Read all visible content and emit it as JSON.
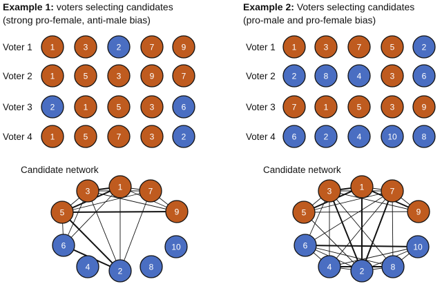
{
  "colors": {
    "female": "#bf5b1f",
    "male": "#4a6ec2",
    "stroke": "#111111",
    "text": "#111111"
  },
  "examples": [
    {
      "title_bold": "Example 1:",
      "title_rest": " voters selecting candidates",
      "subtitle": "(strong pro-female, anti-male bias)",
      "voters": [
        {
          "label": "Voter 1",
          "picks": [
            1,
            3,
            2,
            7,
            9
          ]
        },
        {
          "label": "Voter 2",
          "picks": [
            1,
            5,
            3,
            9,
            7
          ]
        },
        {
          "label": "Voter 3",
          "picks": [
            2,
            1,
            5,
            3,
            6
          ]
        },
        {
          "label": "Voter 4",
          "picks": [
            1,
            5,
            7,
            3,
            2
          ]
        }
      ],
      "network_label": "Candidate network",
      "edges": [
        [
          1,
          3
        ],
        [
          1,
          7
        ],
        [
          3,
          7
        ],
        [
          3,
          5
        ],
        [
          1,
          5
        ],
        [
          1,
          9
        ],
        [
          3,
          9
        ],
        [
          5,
          7
        ],
        [
          5,
          9
        ],
        [
          7,
          9
        ],
        [
          1,
          2
        ],
        [
          3,
          2
        ],
        [
          5,
          2
        ],
        [
          7,
          2
        ],
        [
          3,
          6
        ],
        [
          5,
          6
        ],
        [
          2,
          6
        ],
        [
          1,
          6
        ]
      ]
    },
    {
      "title_bold": "Example 2:",
      "title_rest": " Voters selecting candidates",
      "subtitle": "(pro-male and pro-female bias)",
      "voters": [
        {
          "label": "Voter 1",
          "picks": [
            1,
            3,
            7,
            5,
            2
          ]
        },
        {
          "label": "Voter 2",
          "picks": [
            2,
            8,
            4,
            3,
            6
          ]
        },
        {
          "label": "Voter 3",
          "picks": [
            7,
            1,
            5,
            3,
            9
          ]
        },
        {
          "label": "Voter 4",
          "picks": [
            6,
            2,
            4,
            10,
            8
          ]
        }
      ],
      "network_label": "Candidate network",
      "edges": [
        [
          1,
          3
        ],
        [
          1,
          7
        ],
        [
          3,
          7
        ],
        [
          3,
          5
        ],
        [
          1,
          5
        ],
        [
          5,
          7
        ],
        [
          7,
          9
        ],
        [
          3,
          9
        ],
        [
          1,
          9
        ],
        [
          5,
          9
        ],
        [
          2,
          8
        ],
        [
          2,
          4
        ],
        [
          4,
          8
        ],
        [
          2,
          6
        ],
        [
          6,
          8
        ],
        [
          4,
          6
        ],
        [
          6,
          10
        ],
        [
          2,
          10
        ],
        [
          4,
          10
        ],
        [
          8,
          10
        ],
        [
          3,
          2
        ],
        [
          3,
          8
        ],
        [
          3,
          4
        ],
        [
          3,
          6
        ],
        [
          7,
          2
        ],
        [
          7,
          6
        ],
        [
          7,
          4
        ],
        [
          7,
          8
        ],
        [
          1,
          2
        ],
        [
          5,
          2
        ]
      ]
    }
  ]
}
